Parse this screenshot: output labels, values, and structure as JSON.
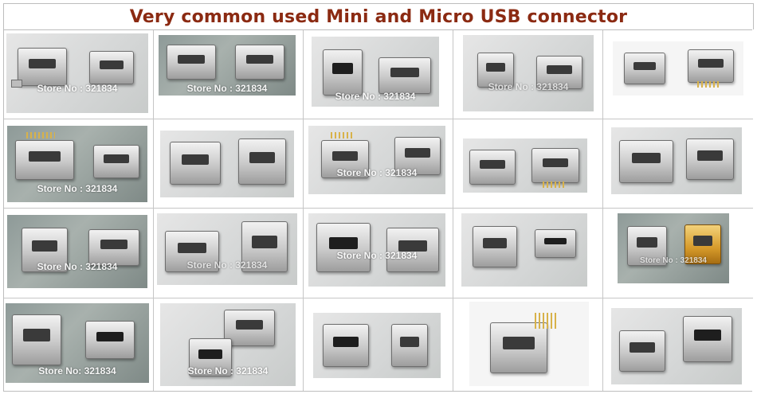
{
  "title": "Very common used Mini and Micro USB connector",
  "watermark_text": "Store No : 321834",
  "watermark_text_alt": "Store No: 321834",
  "colors": {
    "title": "#8b2a12",
    "grid_line": "#c6c6c6"
  },
  "cells": [
    {
      "id": 1,
      "watermark": "Store No : 321834"
    },
    {
      "id": 2,
      "watermark": "Store No : 321834"
    },
    {
      "id": 3,
      "watermark": "Store No : 321834"
    },
    {
      "id": 4,
      "watermark": "Store No : 321834"
    },
    {
      "id": 5,
      "watermark": ""
    },
    {
      "id": 6,
      "watermark": "Store No : 321834"
    },
    {
      "id": 7,
      "watermark": ""
    },
    {
      "id": 8,
      "watermark": "Store No : 321834"
    },
    {
      "id": 9,
      "watermark": ""
    },
    {
      "id": 10,
      "watermark": ""
    },
    {
      "id": 11,
      "watermark": "Store No : 321834"
    },
    {
      "id": 12,
      "watermark": "Store No : 321834"
    },
    {
      "id": 13,
      "watermark": "Store No : 321834"
    },
    {
      "id": 14,
      "watermark": ""
    },
    {
      "id": 15,
      "watermark": "Store No : 321834"
    },
    {
      "id": 16,
      "watermark": "Store No: 321834"
    },
    {
      "id": 17,
      "watermark": "Store No : 321834"
    },
    {
      "id": 18,
      "watermark": ""
    },
    {
      "id": 19,
      "watermark": ""
    },
    {
      "id": 20,
      "watermark": ""
    }
  ]
}
